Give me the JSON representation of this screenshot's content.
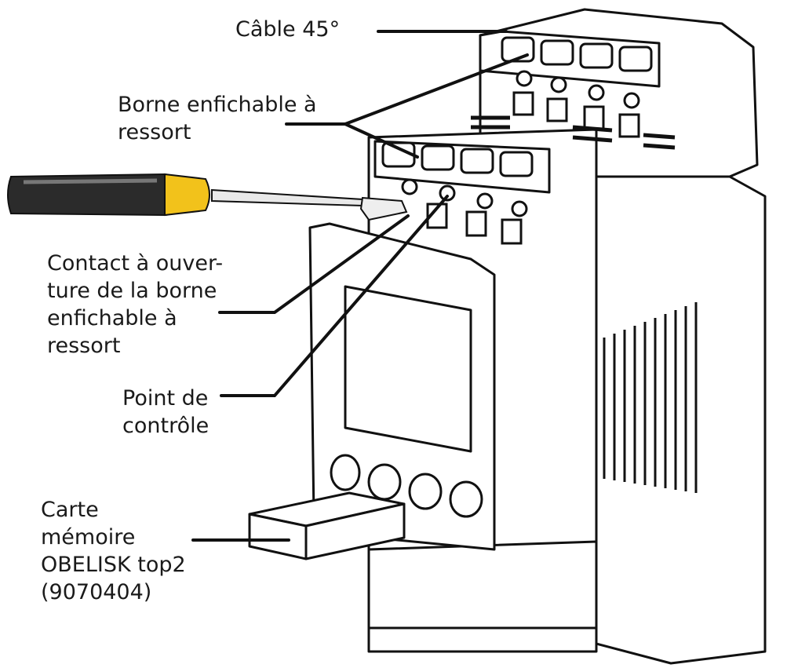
{
  "labels": {
    "cable": [
      "Câble 45°"
    ],
    "spring_terminal": [
      "Borne enfichable à",
      "ressort"
    ],
    "release_contact": [
      "Contact à ouver-",
      "ture de la borne",
      "enfichable à",
      "ressort"
    ],
    "test_point": [
      "Point de",
      "contrôle"
    ],
    "memory_card": [
      "Carte",
      "mémoire",
      "OBELISK top2",
      "(9070404)"
    ]
  },
  "colors": {
    "line": "#111111",
    "screwdriver_handle": "#2b2b2b",
    "screwdriver_collar": "#f2c21b",
    "device_fill": "#ffffff"
  }
}
